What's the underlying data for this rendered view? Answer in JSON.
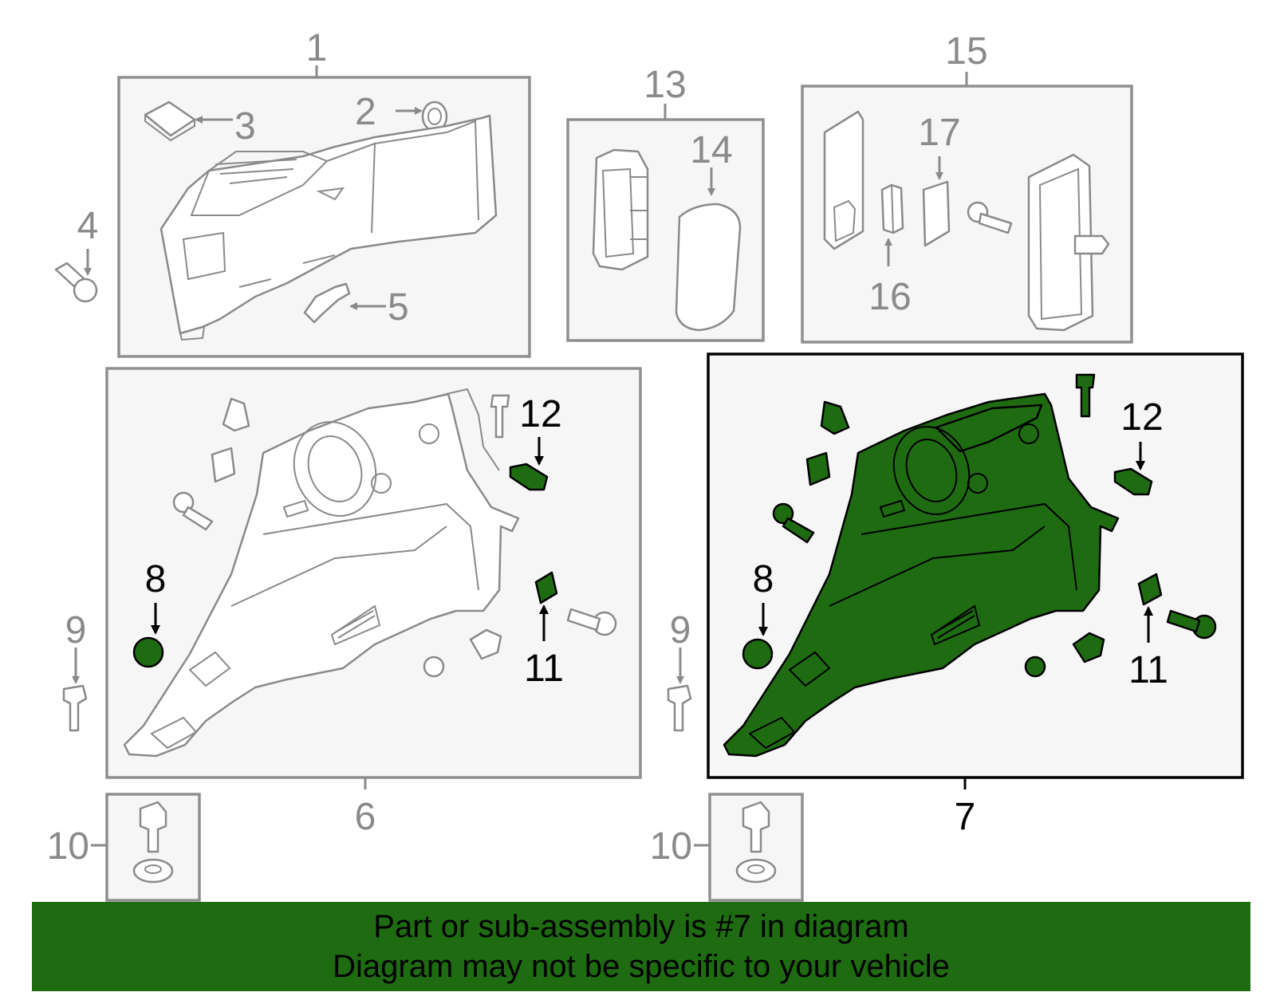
{
  "callouts": {
    "n1": "1",
    "n2": "2",
    "n3": "3",
    "n4": "4",
    "n5": "5",
    "n6": "6",
    "n7": "7",
    "n8a": "8",
    "n8b": "8",
    "n9a": "9",
    "n9b": "9",
    "n10a": "10",
    "n10b": "10",
    "n11a": "11",
    "n11b": "11",
    "n12a": "12",
    "n12b": "12",
    "n13": "13",
    "n14": "14",
    "n15": "15",
    "n16": "16",
    "n17": "17"
  },
  "highlighted_part": "7",
  "colors": {
    "highlight_fill": "#1f6b12",
    "banner_background": "#1e6b12",
    "part_outline": "#8a8a8a"
  },
  "banner": {
    "line1": "Part or sub-assembly is #7 in diagram",
    "line2": "Diagram may not be specific to your vehicle"
  }
}
